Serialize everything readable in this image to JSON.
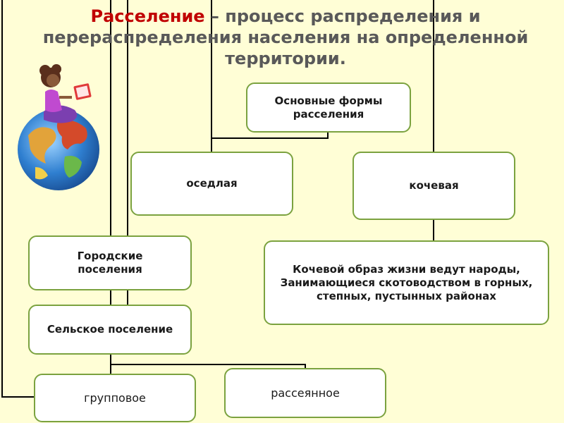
{
  "title": {
    "accent": "Расселение",
    "rest": " – процесс распределения и перераспределения населения на определенной территории."
  },
  "boxes": {
    "forms": "Основные формы расселения",
    "settled": "оседлая",
    "nomadic": "кочевая",
    "urban": "Городские поселения",
    "rural": "Сельское поселение",
    "nomadic_note": "Кочевой образ жизни ведут народы, Занимающиеся скотоводством в горных, степных, пустынных районах",
    "grouped": "групповое",
    "scattered": "рассеянное"
  },
  "colors": {
    "background": "#fffed6",
    "box_border": "#7ba23f",
    "connector": "#000000",
    "title_accent": "#c00000",
    "title_text": "#595959"
  },
  "icons": {
    "illustration": "girl-reading-on-globe-icon"
  }
}
